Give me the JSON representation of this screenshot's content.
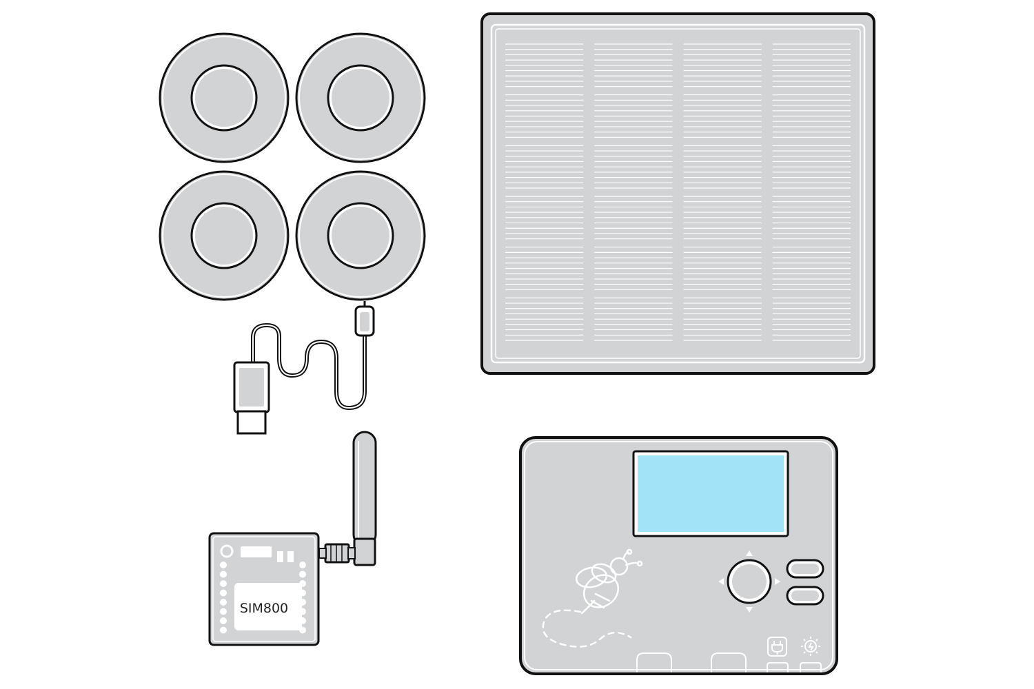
{
  "components": {
    "load_cells": {
      "count": 4,
      "has_usb_cable": true
    },
    "solar_panel": {
      "cell_columns": 4,
      "cell_rows": 6
    },
    "gsm_module": {
      "label": "SIM800",
      "has_antenna": true
    },
    "controller": {
      "screen_color": "#a3e3f7",
      "icon": "bee-icon",
      "status_icons": [
        "plug-icon",
        "solar-charge-icon"
      ]
    }
  },
  "colors": {
    "body": "#d1d3d5",
    "outline": "#111111",
    "highlight": "#ffffff",
    "screen": "#a3e3f7"
  }
}
